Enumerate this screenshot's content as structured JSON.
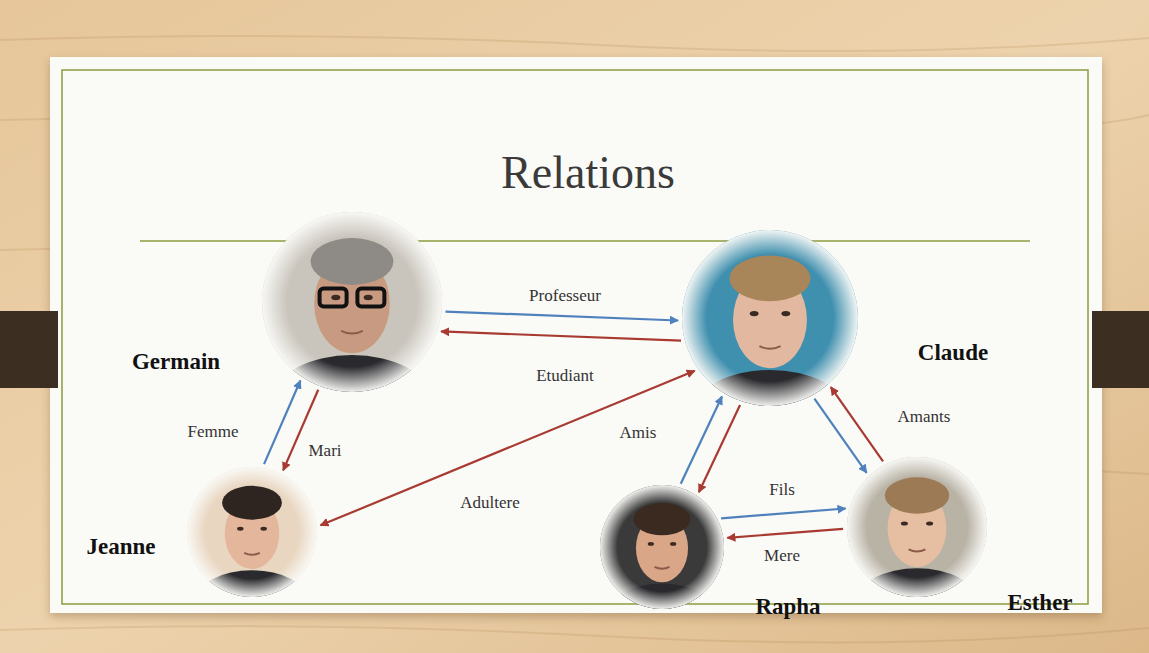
{
  "diagram": {
    "title": "Relations",
    "nodes": [
      {
        "text": [
          "Germain"
        ]
      },
      {
        "text": [
          "Claude"
        ]
      },
      {
        "text": [
          "Jeanne"
        ]
      },
      {
        "text": [
          "Rapha"
        ]
      },
      {
        "text": [
          "Esther"
        ]
      }
    ],
    "edges": [
      {
        "from": 0,
        "to": 1,
        "label": "Professeur",
        "arrow": "to"
      },
      {
        "from": 1,
        "to": 0,
        "label": "Etudiant",
        "arrow": "to"
      },
      {
        "from": 2,
        "to": 0,
        "label": "Femme",
        "arrow": "to"
      },
      {
        "from": 0,
        "to": 2,
        "label": "Mari",
        "arrow": "to"
      },
      {
        "from": 1,
        "to": 2,
        "label": "Adultere",
        "arrow": "both"
      },
      {
        "from": 3,
        "to": 1,
        "label": "Amis",
        "arrow": "to"
      },
      {
        "from": 1,
        "to": 3,
        "arrow": "to"
      },
      {
        "from": 3,
        "to": 4,
        "label": "Fils",
        "arrow": "to"
      },
      {
        "from": 4,
        "to": 3,
        "label": "Mere",
        "arrow": "to"
      },
      {
        "from": 4,
        "to": 1,
        "label": "Amants",
        "arrow": "to"
      },
      {
        "from": 1,
        "to": 4,
        "arrow": "to"
      }
    ]
  }
}
